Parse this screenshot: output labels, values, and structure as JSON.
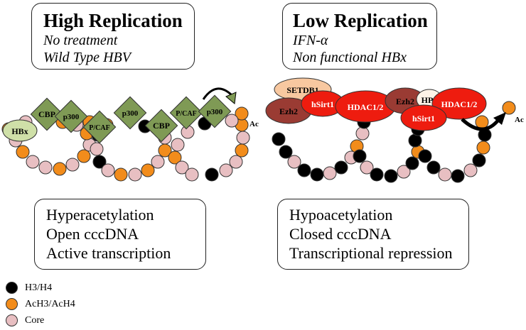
{
  "high": {
    "title": "High Replication",
    "subtitle1": "No treatment",
    "subtitle2": "Wild Type HBV",
    "result": [
      "Hyperacetylation",
      "Open cccDNA",
      "Active transcription"
    ],
    "proteins": [
      "HBx",
      "CBP",
      "p300",
      "P/CAF",
      "p300",
      "CBP",
      "P/CAF",
      "p300"
    ],
    "ac_label": "Ac"
  },
  "low": {
    "title": "Low Replication",
    "subtitle1": "IFN-α",
    "subtitle2": "Non functional HBx",
    "result": [
      "Hypoacetylation",
      "Closed cccDNA",
      "Transcriptional repression"
    ],
    "proteins": [
      "SETDB1",
      "Ezh2",
      "hSirt1",
      "HDAC1/2",
      "Ezh2",
      "HP1",
      "HDAC1/2",
      "hSirt1"
    ],
    "ac_label": "Ac"
  },
  "legend": [
    {
      "label": "H3/H4",
      "color": "#000000"
    },
    {
      "label": "AcH3/AcH4",
      "color": "#f28c1b"
    },
    {
      "label": "Core",
      "color": "#e8bfc2"
    }
  ],
  "colors": {
    "green": "#7f9a55",
    "darkred": "#9a3b33",
    "red": "#ee1c0f",
    "peach": "#f8c8a0"
  }
}
